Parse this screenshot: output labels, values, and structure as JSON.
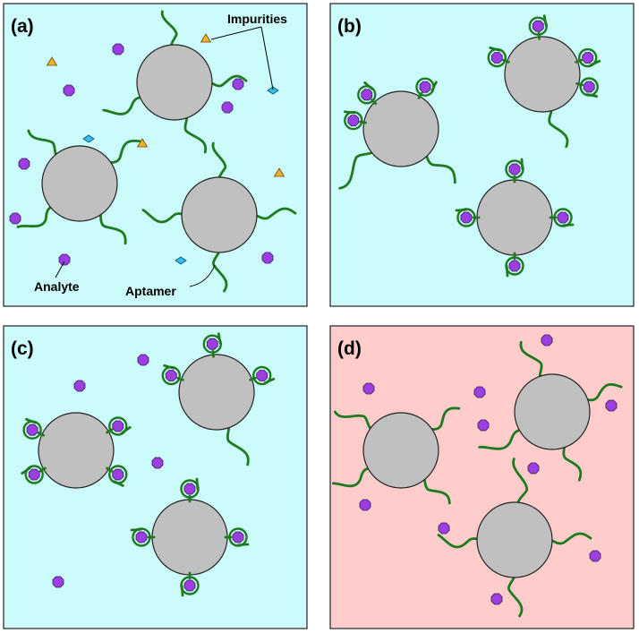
{
  "colors": {
    "solution_blue": "#ccfbfb",
    "solution_pink": "#ffcccc",
    "bead": "#c0c0c0",
    "aptamer": "#1f7a1f",
    "analyte": "#9c3fe0",
    "impurity_triangle": "#f0b030",
    "impurity_diamond": "#30c0f0"
  },
  "icons": {
    "bead": "gray-circle-bead",
    "aptamer": "green-wavy-strand",
    "analyte": "purple-octagon",
    "impurity_a": "orange-triangle",
    "impurity_b": "cyan-diamond"
  },
  "panels": [
    {
      "id": "a",
      "label": "(a)",
      "state": "beads with free aptamers, analyte and impurities"
    },
    {
      "id": "b",
      "label": "(b)",
      "state": "aptamers folded around bound analyte"
    },
    {
      "id": "c",
      "label": "(c)",
      "state": "bound analyte plus free analyte in solution"
    },
    {
      "id": "d",
      "label": "(d)",
      "state": "analyte released, aptamers unfolded"
    }
  ],
  "callouts": {
    "impurities": "Impurities",
    "analyte": "Analyte",
    "aptamer": "Aptamer"
  }
}
